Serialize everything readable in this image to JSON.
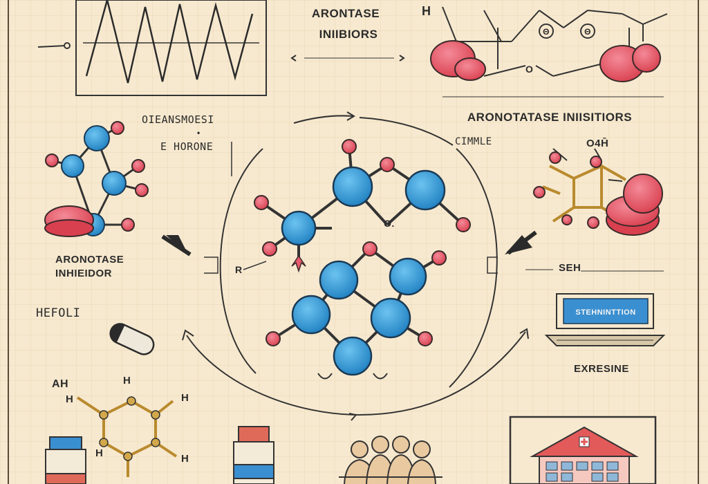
{
  "labels": {
    "title_top_1": "ARONTASE",
    "title_top_2": "INIIBIORS",
    "title_right": "ARONOTATASE INIISITIORS",
    "note_left_1": "OIEANSMOESI",
    "note_left_2": "E HORONE",
    "note_right_1": "CIMMLE",
    "note_right_2": "O4H̄",
    "left_label_1": "ARONOTASE",
    "left_label_2": "INHIEIDOR",
    "hefol": "HEFOLI",
    "seh": "SEH",
    "screen_text": "STEHNINTTION",
    "exresine": "EXRESINE",
    "atom_r": "R",
    "atom_o_center": "O.",
    "atom_o_top": "O",
    "atom_h_tl": "H",
    "ah": "AH",
    "h_labels": [
      "H",
      "H",
      "H",
      "H",
      "H"
    ],
    "q_mark": "Θ",
    "q_mark2": "Θ"
  },
  "colors": {
    "background": "#f7e9cf",
    "atom_blue": "#2f9ad8",
    "atom_pink": "#ea5a6e",
    "ink": "#2b2b2b",
    "bond_gold": "#b98a2e"
  }
}
